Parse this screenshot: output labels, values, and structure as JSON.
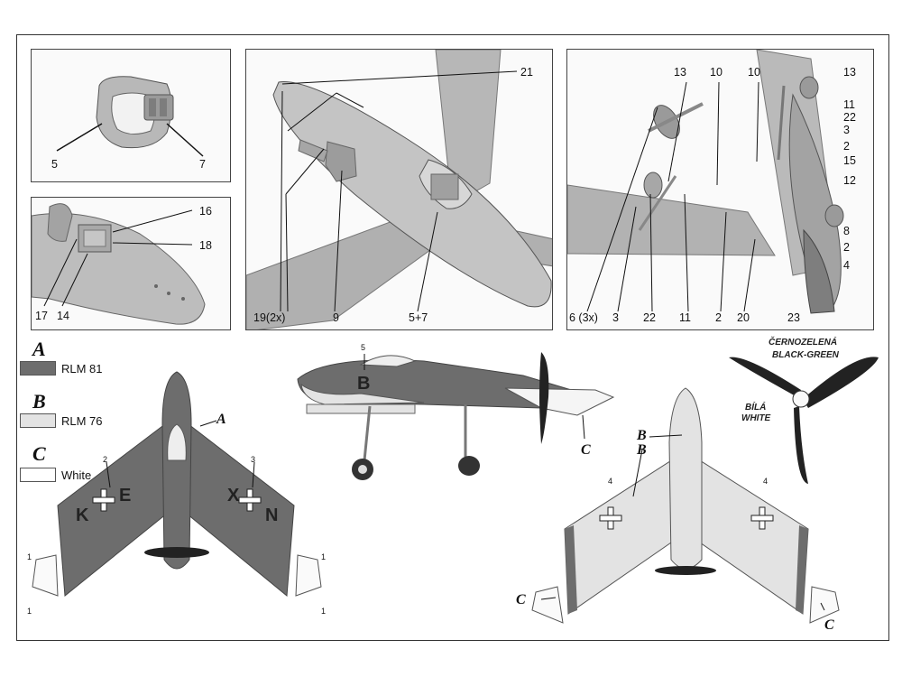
{
  "panels": {
    "p1": {
      "callouts": [
        "5",
        "7"
      ]
    },
    "p2": {
      "callouts": [
        "16",
        "18",
        "17",
        "14"
      ]
    },
    "p3": {
      "callouts": [
        "21",
        "19(2x)",
        "9",
        "5+7"
      ]
    },
    "p4": {
      "callouts": [
        "13",
        "10",
        "10",
        "13",
        "11",
        "22",
        "3",
        "2",
        "15",
        "12",
        "8",
        "2",
        "4",
        "6 (3x)",
        "3",
        "22",
        "11",
        "2",
        "20",
        "23"
      ]
    }
  },
  "legend": {
    "items": [
      {
        "letter": "A",
        "label": "RLM 81",
        "color": "#6d6d6d"
      },
      {
        "letter": "B",
        "label": "RLM 76",
        "color": "#e3e3e3"
      },
      {
        "letter": "C",
        "label": "White",
        "color": "#ffffff"
      }
    ]
  },
  "top_view": {
    "letter_a": "A",
    "decal_numbers": [
      "2",
      "3",
      "1",
      "1",
      "1",
      "1"
    ],
    "codes": [
      "K",
      "E",
      "X",
      "N"
    ]
  },
  "side_view": {
    "decal_number": "5",
    "letter_b": "B",
    "letter_c": "C"
  },
  "bottom_view": {
    "letter_b1": "B",
    "letter_b2": "B",
    "letter_c1": "C",
    "letter_c2": "C",
    "decal_numbers": [
      "4",
      "4"
    ]
  },
  "propeller": {
    "label_top_1": "ČERNOZELENÁ",
    "label_top_2": "BLACK-GREEN",
    "label_mid_1": "BÍLÁ",
    "label_mid_2": "WHITE"
  }
}
